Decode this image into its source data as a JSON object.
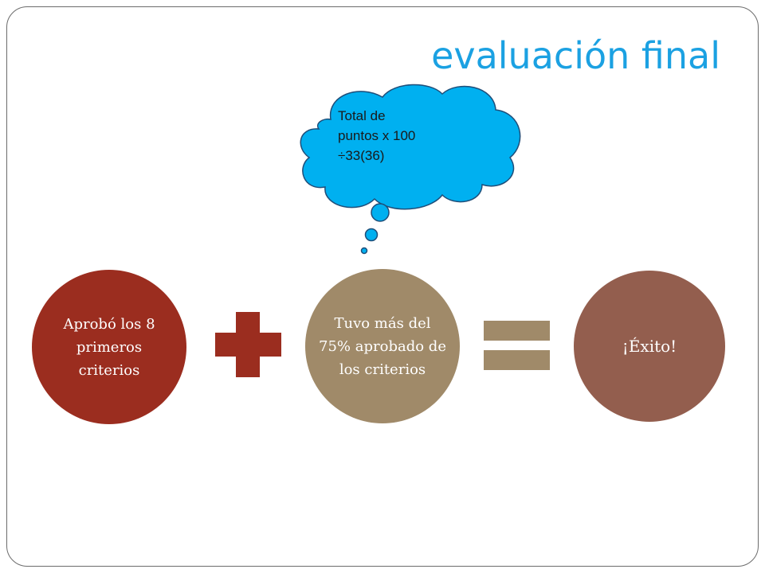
{
  "slide": {
    "title": "evaluación final"
  },
  "callout": {
    "lines": [
      "Total de",
      "puntos x 100",
      "÷33(36)"
    ],
    "color": "#00b0f0"
  },
  "nodes": [
    {
      "label": "Aprobó los 8 primeros criterios",
      "color": "#9b2d1f"
    },
    {
      "label": "Tuvo más del 75% aprobado de los criterios",
      "color": "#a08a69"
    },
    {
      "label": "¡Éxito!",
      "color": "#935e4e"
    }
  ],
  "operators": {
    "plus_color": "#9b2d1f",
    "equals_color": "#a08a69"
  }
}
